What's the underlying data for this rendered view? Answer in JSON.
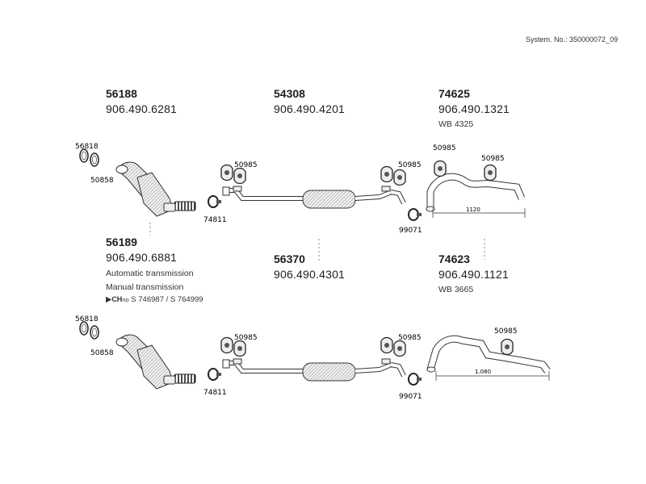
{
  "header": {
    "system_number": "System. No.: 350000072_09"
  },
  "top_row": {
    "converter": {
      "part_number": "56188",
      "oem_number": "906.490.6281"
    },
    "middle_silencer": {
      "part_number": "54308",
      "oem_number": "906.490.4201"
    },
    "tail_pipe": {
      "part_number": "74625",
      "oem_number": "906.490.1321",
      "wheelbase": "WB 4325"
    }
  },
  "bottom_row": {
    "converter": {
      "part_number": "56189",
      "oem_number": "906.490.6881",
      "note_auto": "Automatic transmission",
      "note_manual": "Manual transmission",
      "chassis_prefix": "CH",
      "chassis_no": "no",
      "chassis_range": "S 746987 / S 764999"
    },
    "middle_silencer": {
      "part_number": "56370",
      "oem_number": "906.490.4301"
    },
    "tail_pipe": {
      "part_number": "74623",
      "oem_number": "906.490.1121",
      "wheelbase": "WB 3665"
    }
  },
  "callouts": {
    "gasket_ring": "56818",
    "gasket_flat": "50858",
    "clamp": "74811",
    "rubber_hanger": "50985",
    "clamp_rear": "99071",
    "length_top": "1120",
    "length_bottom": "1.080"
  },
  "colors": {
    "line": "#333333",
    "text": "#1e1e1e",
    "background": "#ffffff"
  }
}
